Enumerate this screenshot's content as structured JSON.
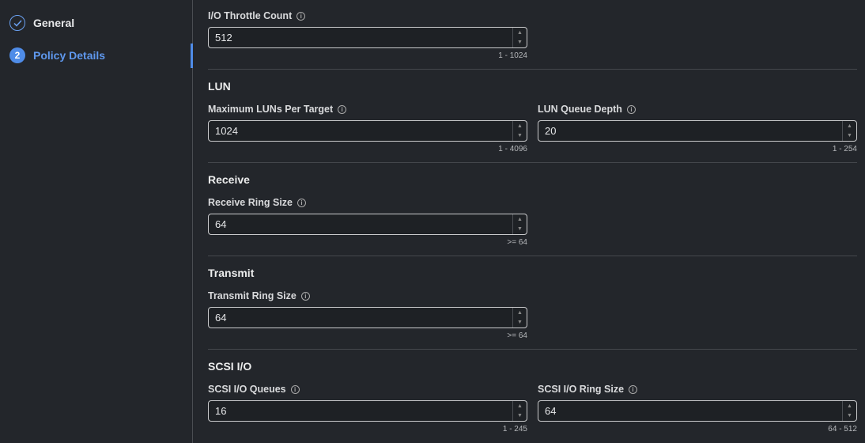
{
  "sidebar": {
    "steps": [
      {
        "label": "General",
        "state": "completed"
      },
      {
        "label": "Policy Details",
        "number": "2",
        "state": "active"
      }
    ]
  },
  "colors": {
    "accent": "#4f8ce8",
    "background": "#23262b"
  },
  "fields": {
    "io_throttle": {
      "label": "I/O Throttle Count",
      "value": "512",
      "hint": "1 - 1024"
    },
    "max_luns": {
      "label": "Maximum LUNs Per Target",
      "value": "1024",
      "hint": "1 - 4096"
    },
    "lun_queue": {
      "label": "LUN Queue Depth",
      "value": "20",
      "hint": "1 - 254"
    },
    "recv_ring": {
      "label": "Receive Ring Size",
      "value": "64",
      "hint": ">= 64"
    },
    "tx_ring": {
      "label": "Transmit Ring Size",
      "value": "64",
      "hint": ">= 64"
    },
    "scsi_queues": {
      "label": "SCSI I/O Queues",
      "value": "16",
      "hint": "1 - 245"
    },
    "scsi_ring": {
      "label": "SCSI I/O Ring Size",
      "value": "64",
      "hint": "64 - 512"
    }
  },
  "sections": {
    "lun": "LUN",
    "receive": "Receive",
    "transmit": "Transmit",
    "scsi": "SCSI I/O"
  },
  "icons": {
    "info": "i",
    "up": "^",
    "down": "v"
  }
}
